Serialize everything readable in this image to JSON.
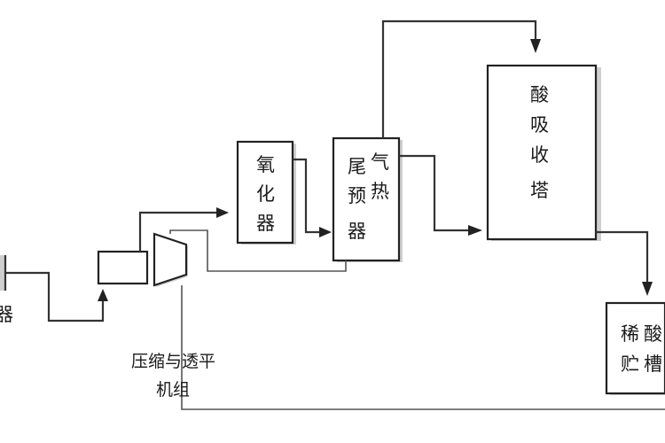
{
  "diagram": {
    "labels": {
      "oxidizer": [
        "氧",
        "化",
        "器"
      ],
      "tail_gas_preheater_col1": [
        "尾",
        "预",
        "器"
      ],
      "tail_gas_preheater_col2": [
        "气",
        "热"
      ],
      "acid_absorption_tower": [
        "酸",
        "吸",
        "收",
        "塔"
      ],
      "compressor_line1": "压缩与透平",
      "compressor_line2": "机组",
      "dilute_acid_storage_col1": [
        "稀",
        "贮"
      ],
      "dilute_acid_storage_col2": [
        "酸",
        "槽"
      ],
      "left_partial_label": "器"
    }
  }
}
